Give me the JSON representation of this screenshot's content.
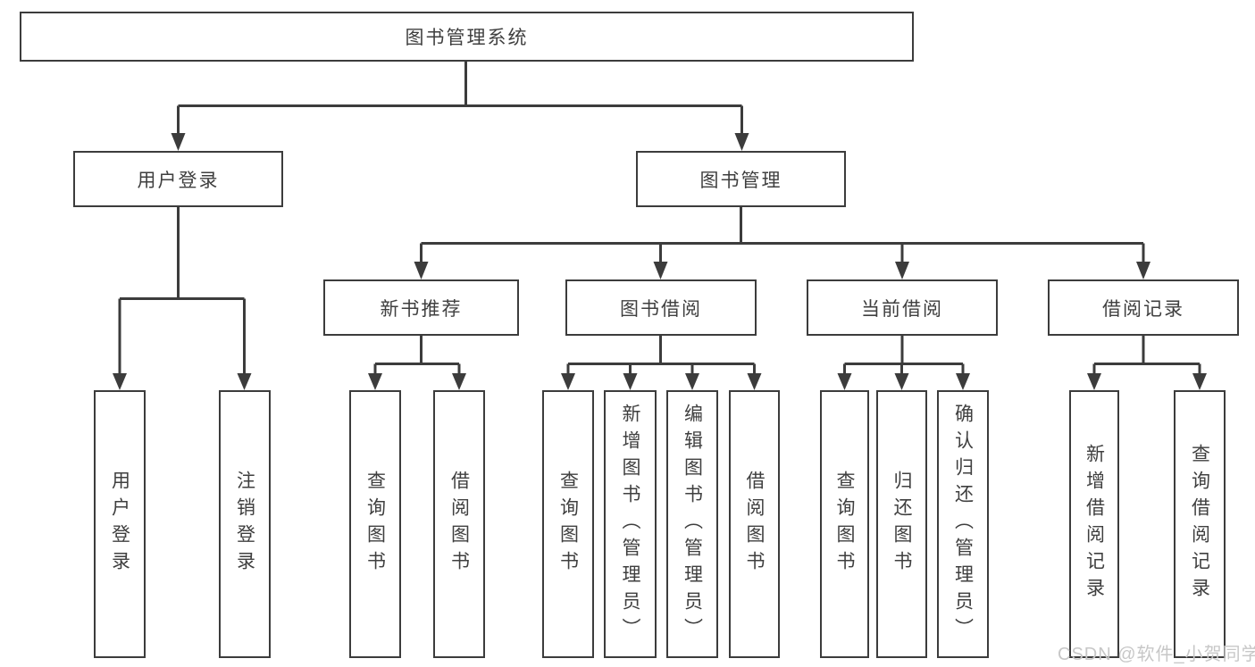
{
  "diagram_type": "hierarchy-tree",
  "colors": {
    "line": "#3c3c3c",
    "box_border": "#3c3c3c",
    "box_fill": "#ffffff",
    "text": "#3f3f3f",
    "watermark": "#c7c7c7",
    "background": "#ffffff"
  },
  "tree": {
    "root": {
      "label": "图书管理系统",
      "children": [
        {
          "label": "用户登录",
          "children": [
            {
              "label": "用户登录"
            },
            {
              "label": "注销登录"
            }
          ]
        },
        {
          "label": "图书管理",
          "children": [
            {
              "label": "新书推荐",
              "children": [
                {
                  "label": "查询图书"
                },
                {
                  "label": "借阅图书"
                }
              ]
            },
            {
              "label": "图书借阅",
              "children": [
                {
                  "label": "查询图书"
                },
                {
                  "label": "新增图书（管理员）"
                },
                {
                  "label": "编辑图书（管理员）"
                },
                {
                  "label": "借阅图书"
                }
              ]
            },
            {
              "label": "当前借阅",
              "children": [
                {
                  "label": "查询图书"
                },
                {
                  "label": "归还图书"
                },
                {
                  "label": "确认归还（管理员）"
                }
              ]
            },
            {
              "label": "借阅记录",
              "children": [
                {
                  "label": "新增借阅记录"
                },
                {
                  "label": "查询借阅记录"
                }
              ]
            }
          ]
        }
      ]
    }
  },
  "watermark": {
    "text": "CSDN @软件_小贺同学"
  }
}
